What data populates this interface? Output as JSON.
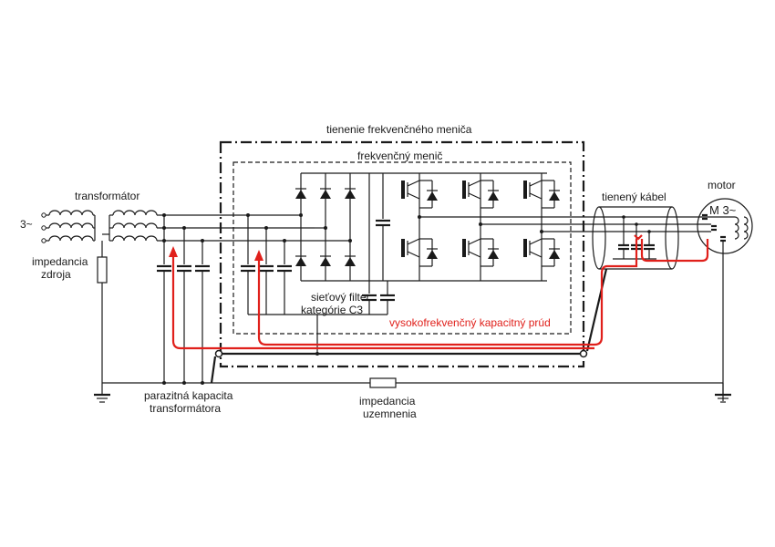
{
  "labels": {
    "source": "3~",
    "transformer": "transformátor",
    "source_impedance_1": "impedancia",
    "source_impedance_2": "zdroja",
    "converter_shield": "tienenie frekvenčného meniča",
    "converter": "frekvenčný menič",
    "filter_1": "sieťový filter",
    "filter_2": "kategórie C3",
    "hf_current": "vysokofrekvenčný kapacitný prúd",
    "shielded_cable": "tienený kábel",
    "motor": "motor",
    "motor_symbol": "M 3~",
    "parasitic_1": "parazitná kapacita",
    "parasitic_2": "transformátora",
    "ground_impedance_1": "impedancia",
    "ground_impedance_2": "uzemnenia"
  },
  "colors": {
    "line": "#1a1a1a",
    "hf_current": "#e0201b",
    "background": "#ffffff"
  }
}
